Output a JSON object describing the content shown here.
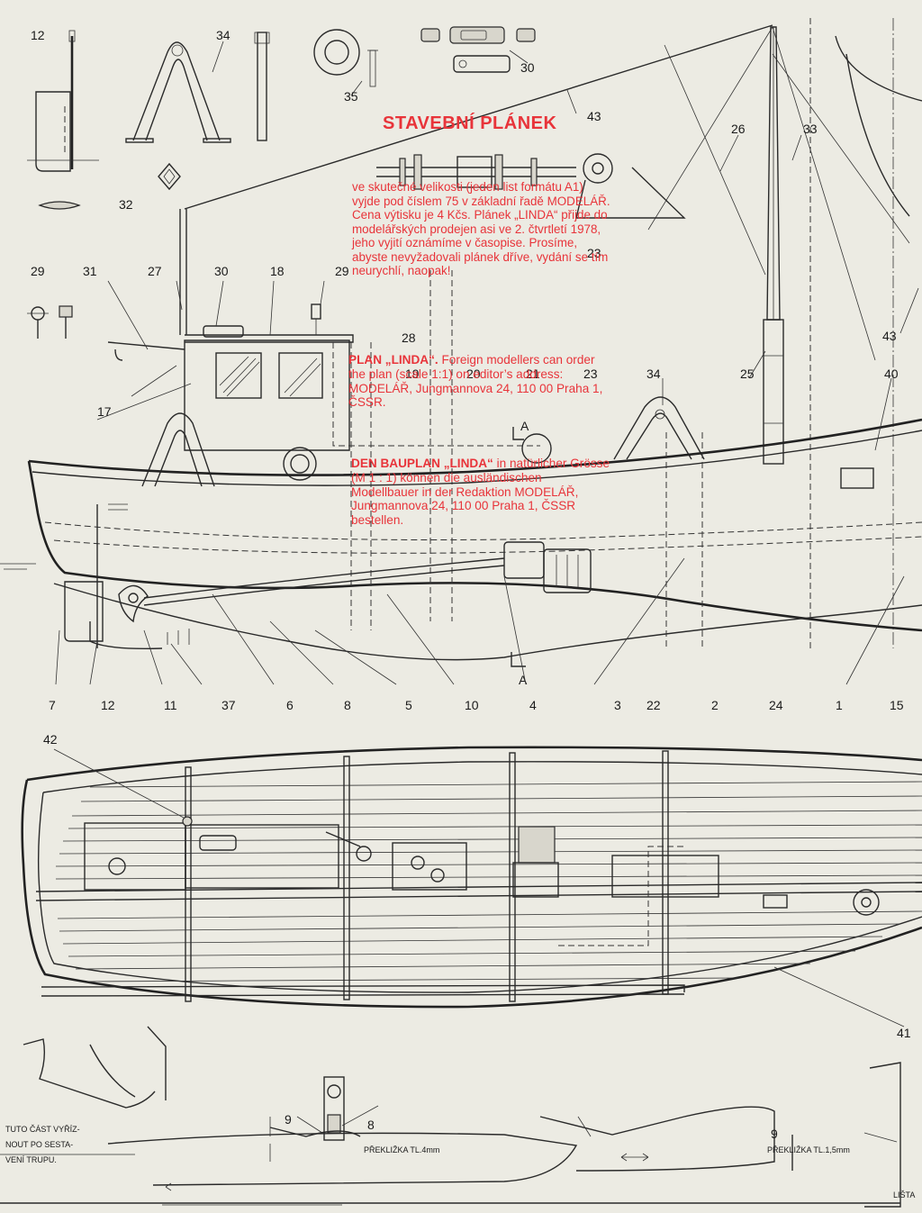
{
  "red_text": {
    "title": "STAVEBNÍ PLÁNEK",
    "cz": "ve skutečné velikosti (jeden list formátu A1) vyjde pod číslem 75 v základní řadě MODELÁŘ. Cena výtisku je 4 Kčs. Plánek „LINDA“ přijde do modelářských prodejen asi ve 2. čtvrtletí 1978, jeho vyjití oznámíme v časopise. Prosíme, abyste nevyžadovali plánek dříve, vydání se tím neurychlí, naopak!",
    "en_bold": "PLAN „LINDA“.",
    "en": " Foreign modellers can order the plan (scale 1:1) on editor’s address: MODELÁŘ, Jungmannova 24, 110 00 Praha 1, ČSSR.",
    "de_bold": "DEN BAUPLAN „LINDA“",
    "de": " in natürlicher Grösse (M 1 : 1) können die ausländischen Modellbauer in der Redaktion MODELÁŘ, Jungmannova 24, 110 00 Praha 1, ČSSR bestellen."
  },
  "part_labels": [
    "12",
    "34",
    "35",
    "30",
    "43",
    "26",
    "33",
    "32",
    "29",
    "31",
    "27",
    "30",
    "18",
    "29",
    "23",
    "28",
    "17",
    "19",
    "20",
    "21",
    "23",
    "34",
    "25",
    "40",
    "43",
    "7",
    "12",
    "11",
    "37",
    "6",
    "8",
    "5",
    "10",
    "4",
    "3",
    "22",
    "2",
    "24",
    "1",
    "15",
    "42",
    "41",
    "9",
    "8",
    "9",
    "A",
    "A"
  ],
  "annotations": {
    "cut_note": [
      "TUTO ČÁST VYŘÍZ-",
      "NOUT PO SESTA-",
      "VENÍ TRUPU."
    ],
    "plywood_4": "PŘEKLIŽKA TL.4mm",
    "plywood_15": "PŘEKLIŽKA TL.1,5mm",
    "strip": "LIŠTA"
  }
}
